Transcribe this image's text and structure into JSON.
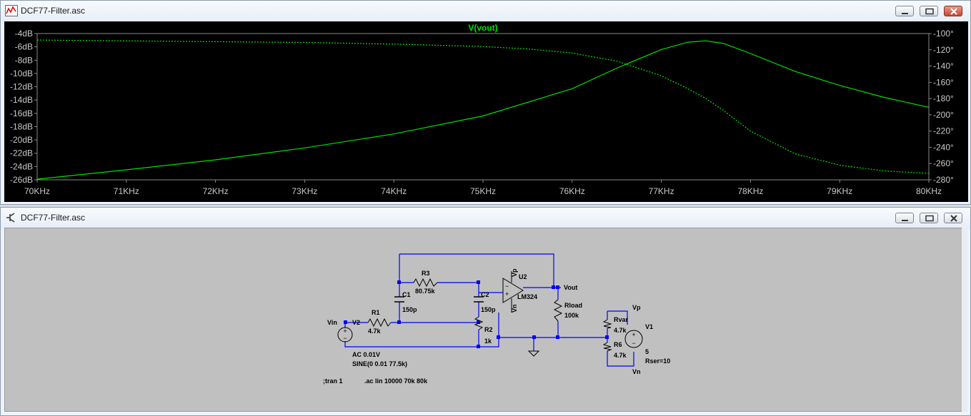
{
  "plot_window": {
    "title": "DCF77-Filter.asc",
    "icon": "waveform-icon",
    "trace_label": "V(vout)"
  },
  "schematic_window": {
    "title": "DCF77-Filter.asc",
    "icon": "schematic-icon"
  },
  "window_controls": [
    "minimize-icon",
    "maximize-icon",
    "close-icon"
  ],
  "colors": {
    "trace": "#00e000",
    "wire": "#0000ff",
    "schematic_bg": "#c0c0c0",
    "plot_bg": "#000000"
  },
  "chart_data": {
    "type": "line",
    "title": "V(vout)",
    "xlabel": "",
    "ylabel": "",
    "x_ticks": [
      "70KHz",
      "71KHz",
      "72KHz",
      "73KHz",
      "74KHz",
      "75KHz",
      "76KHz",
      "77KHz",
      "78KHz",
      "79KHz",
      "80KHz"
    ],
    "y_left_ticks": [
      "-4dB",
      "-6dB",
      "-8dB",
      "-10dB",
      "-12dB",
      "-14dB",
      "-16dB",
      "-18dB",
      "-20dB",
      "-22dB",
      "-24dB",
      "-26dB"
    ],
    "y_right_ticks": [
      "-100°",
      "-120°",
      "-140°",
      "-160°",
      "-180°",
      "-200°",
      "-220°",
      "-240°",
      "-260°",
      "-280°"
    ],
    "xlim": [
      70000,
      80000
    ],
    "ylim_left": [
      -26,
      -4
    ],
    "ylim_right": [
      -280,
      -100
    ],
    "grid": false,
    "series": [
      {
        "style": "solid",
        "axis": "left",
        "unit": "dB",
        "x": [
          70000,
          71000,
          72000,
          73000,
          74000,
          75000,
          76000,
          76500,
          77000,
          77300,
          77500,
          77700,
          78000,
          78500,
          79000,
          79500,
          80000
        ],
        "y": [
          -25.9,
          -24.5,
          -23.0,
          -21.2,
          -19.1,
          -16.4,
          -12.3,
          -9.2,
          -6.4,
          -5.3,
          -5.1,
          -5.5,
          -7.0,
          -9.7,
          -11.8,
          -13.6,
          -15.1
        ]
      },
      {
        "style": "dashed",
        "axis": "right",
        "unit": "°",
        "x": [
          70000,
          71000,
          72000,
          73000,
          74000,
          75000,
          75500,
          76000,
          76500,
          77000,
          77300,
          77500,
          77700,
          78000,
          78500,
          79000,
          79500,
          80000
        ],
        "y": [
          -108,
          -109,
          -110,
          -111,
          -113,
          -116,
          -119,
          -124,
          -134,
          -152,
          -168,
          -180,
          -195,
          -220,
          -248,
          -262,
          -269,
          -272
        ]
      }
    ]
  },
  "schematic": {
    "labels": [
      {
        "name": "label-r3",
        "text": "R3"
      },
      {
        "name": "label-r3-value",
        "text": "80.75k"
      },
      {
        "name": "label-c1",
        "text": "C1"
      },
      {
        "name": "label-c1-value",
        "text": "150p"
      },
      {
        "name": "label-c2",
        "text": "C2"
      },
      {
        "name": "label-c2-value",
        "text": "150p"
      },
      {
        "name": "label-r1",
        "text": "R1"
      },
      {
        "name": "label-r1-value",
        "text": "4.7k"
      },
      {
        "name": "label-r2",
        "text": "R2"
      },
      {
        "name": "label-r2-value",
        "text": "1k"
      },
      {
        "name": "label-vin",
        "text": "Vin"
      },
      {
        "name": "label-v2",
        "text": "V2"
      },
      {
        "name": "label-vp-opamp",
        "text": "Vp"
      },
      {
        "name": "label-vn-opamp",
        "text": "Vn"
      },
      {
        "name": "label-u2",
        "text": "U2"
      },
      {
        "name": "label-lm324",
        "text": "LM324"
      },
      {
        "name": "label-vout",
        "text": "Vout"
      },
      {
        "name": "label-rload",
        "text": "Rload"
      },
      {
        "name": "label-rload-value",
        "text": "100k"
      },
      {
        "name": "label-vp-supply",
        "text": "Vp"
      },
      {
        "name": "label-rvar",
        "text": "Rvar"
      },
      {
        "name": "label-rvar-value",
        "text": "4.7k"
      },
      {
        "name": "label-r6",
        "text": "R6"
      },
      {
        "name": "label-r6-value",
        "text": "4.7k"
      },
      {
        "name": "label-v1",
        "text": "V1"
      },
      {
        "name": "label-v1-value",
        "text": "5"
      },
      {
        "name": "label-rser",
        "text": "Rser=10"
      },
      {
        "name": "label-vn-supply",
        "text": "Vn"
      },
      {
        "name": "label-ac",
        "text": "AC 0.01V"
      },
      {
        "name": "label-sine",
        "text": "SINE(0 0.01 77.5k)"
      },
      {
        "name": "directive-tran",
        "text": ";tran 1"
      },
      {
        "name": "directive-ac",
        "text": ".ac lin 10000 70k 80k"
      }
    ]
  }
}
